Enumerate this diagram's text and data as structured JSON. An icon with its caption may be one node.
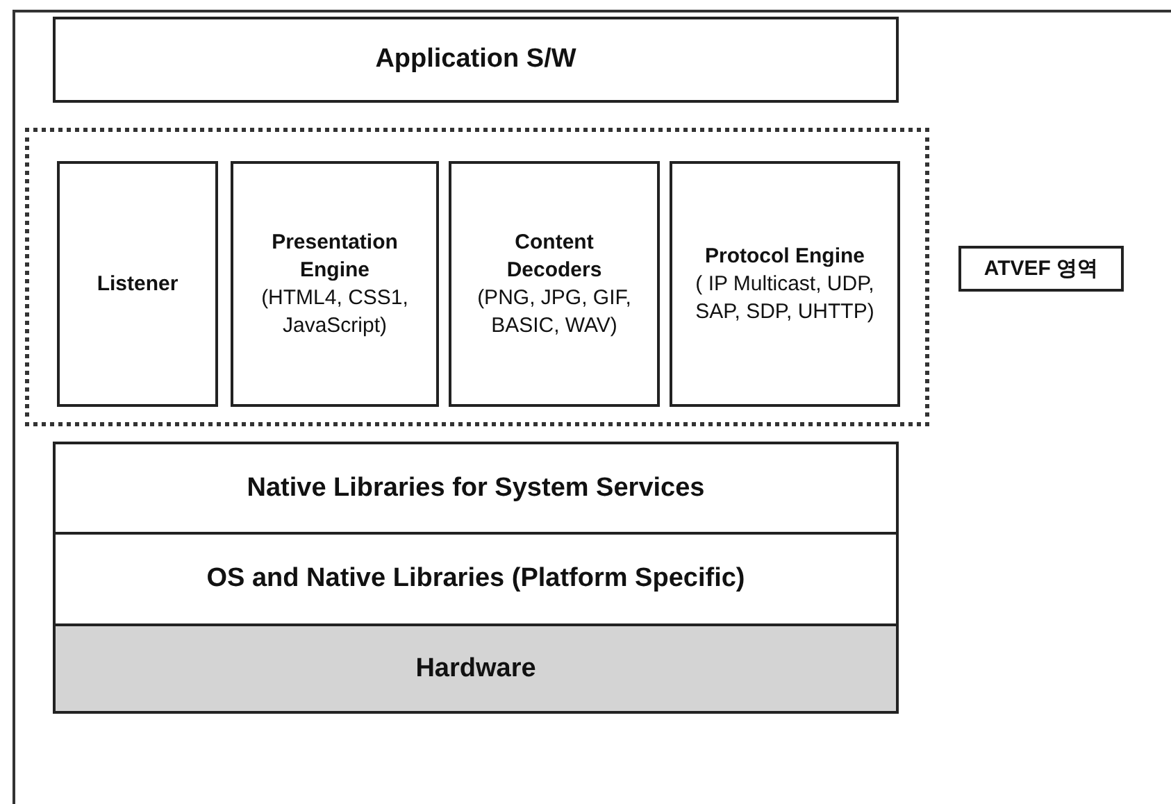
{
  "diagram": {
    "nodes": [
      {
        "text": [
          "Application S/W"
        ]
      },
      {
        "text": [],
        "shape": "box"
      },
      {
        "text": [
          "Listener"
        ],
        "in": 1
      },
      {
        "text": [
          "Presentation Engine",
          "(HTML4, CSS1, JavaScript)"
        ],
        "in": 1
      },
      {
        "text": [
          "Content Decoders",
          "(PNG, JPG, GIF, BASIC, WAV)"
        ],
        "in": 1
      },
      {
        "text": [
          "Protocol Engine",
          "( IP Multicast, UDP, SAP, SDP, UHTTP)"
        ],
        "in": 1
      },
      {
        "text": [
          "Native Libraries for System Services"
        ]
      },
      {
        "text": [
          "OS and Native Libraries (Platform Specific)"
        ]
      },
      {
        "text": [
          "Hardware"
        ]
      },
      {
        "text": [
          "ATVEF 영역"
        ]
      }
    ]
  }
}
